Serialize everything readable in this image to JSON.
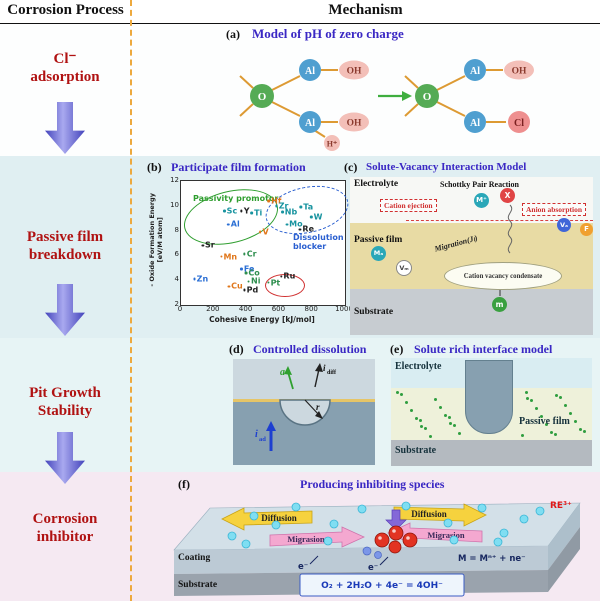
{
  "header": {
    "left": "Corrosion Process",
    "right": "Mechanism"
  },
  "stages": [
    {
      "line1": "Cl⁻",
      "line2": "adsorption"
    },
    {
      "line1": "Passive film",
      "line2": "breakdown"
    },
    {
      "line1": "Pit Growth",
      "line2": "Stability"
    },
    {
      "line1": "Corrosion",
      "line2": "inhibitor"
    }
  ],
  "panel_a": {
    "tag": "(a)",
    "title": "Model of pH of zero charge",
    "atoms": {
      "al": "Al",
      "o": "O",
      "oh": "OH",
      "h": "H⁺",
      "cl": "Cl"
    }
  },
  "panel_b": {
    "tag": "(b)",
    "title": "Participate film formation",
    "chart": {
      "type": "scatter",
      "xlabel": "Cohesive Energy [kJ/mol]",
      "ylabel_line1": "- Oxide Formation Energy",
      "ylabel_line2": "[eV/M atom]",
      "xlim": [
        0,
        1000
      ],
      "ylim": [
        2,
        12
      ],
      "xticks": [
        0,
        200,
        400,
        600,
        800,
        1000
      ],
      "yticks": [
        2,
        4,
        6,
        8,
        10,
        12
      ],
      "annotations": {
        "promotor": "Passivity promotor",
        "blocker_line1": "Dissolution",
        "blocker_line2": "blocker"
      },
      "points": [
        {
          "el": "Sc",
          "x": 300,
          "y": 9.6,
          "color": "#17939f"
        },
        {
          "el": "Y",
          "x": 390,
          "y": 9.6,
          "color": "#222222"
        },
        {
          "el": "Ti",
          "x": 460,
          "y": 9.4,
          "color": "#17939f"
        },
        {
          "el": "Hf",
          "x": 570,
          "y": 10.4,
          "color": "#e0761a"
        },
        {
          "el": "Zr",
          "x": 615,
          "y": 10.0,
          "color": "#17939f"
        },
        {
          "el": "Nb",
          "x": 660,
          "y": 9.5,
          "color": "#17939f"
        },
        {
          "el": "Ta",
          "x": 765,
          "y": 9.9,
          "color": "#17939f"
        },
        {
          "el": "W",
          "x": 825,
          "y": 9.1,
          "color": "#17939f"
        },
        {
          "el": "Mo",
          "x": 690,
          "y": 8.5,
          "color": "#17939f"
        },
        {
          "el": "Re",
          "x": 765,
          "y": 8.1,
          "color": "#222222"
        },
        {
          "el": "V",
          "x": 505,
          "y": 7.9,
          "color": "#e0761a"
        },
        {
          "el": "Al",
          "x": 320,
          "y": 8.5,
          "color": "#2b6fd4"
        },
        {
          "el": "Sr",
          "x": 165,
          "y": 6.8,
          "color": "#222222"
        },
        {
          "el": "Mn",
          "x": 290,
          "y": 5.9,
          "color": "#e0761a"
        },
        {
          "el": "Cr",
          "x": 420,
          "y": 6.1,
          "color": "#2f8f4f"
        },
        {
          "el": "Fe",
          "x": 405,
          "y": 4.9,
          "color": "#2b6fd4"
        },
        {
          "el": "Zn",
          "x": 120,
          "y": 4.1,
          "color": "#2b6fd4"
        },
        {
          "el": "Co",
          "x": 435,
          "y": 4.6,
          "color": "#2f8f4f"
        },
        {
          "el": "Ni",
          "x": 445,
          "y": 3.9,
          "color": "#2f8f4f"
        },
        {
          "el": "Cu",
          "x": 330,
          "y": 3.5,
          "color": "#e0761a"
        },
        {
          "el": "Pd",
          "x": 425,
          "y": 3.2,
          "color": "#222222"
        },
        {
          "el": "Pt",
          "x": 565,
          "y": 3.8,
          "color": "#2f8f4f"
        },
        {
          "el": "Ru",
          "x": 650,
          "y": 4.3,
          "color": "#222222"
        }
      ]
    }
  },
  "panel_c": {
    "tag": "(c)",
    "title": "Solute-Vacancy Interaction Model",
    "labels": {
      "electrolyte": "Electrolyte",
      "passive_film": "Passive film",
      "substrate": "Substrate",
      "schottky": "Schottky Pair Reaction",
      "cation_ejection": "Cation ejection",
      "anion_absorption": "Anion absorption",
      "migration": "Migration(Jₗ)",
      "condensate": "Cation vacancy condensate",
      "m_cation": "M⁺",
      "x_anion": "X",
      "v_a": "Vₐ",
      "m_a": "Mₐ",
      "v_m": "Vₘ",
      "m_small": "m",
      "f_ion": "F"
    }
  },
  "panel_d": {
    "tag": "(d)",
    "title": "Controlled dissolution",
    "labels": {
      "a": "a",
      "i": "i",
      "diff": "diff",
      "ad": "ad",
      "r": "r"
    }
  },
  "panel_e": {
    "tag": "(e)",
    "title": "Solute rich interface model",
    "labels": {
      "electrolyte": "Electrolyte",
      "passive_film": "Passive film",
      "substrate": "Substrate"
    }
  },
  "panel_f": {
    "tag": "(f)",
    "title": "Producing inhibiting species",
    "labels": {
      "diffusion": "Diffusion",
      "migration": "Migrasion",
      "coating": "Coating",
      "substrate": "Substrate",
      "re": "RE³⁺",
      "eq_anodic": "M = Mⁿ⁺ + ne⁻",
      "electron": "e⁻",
      "eq_cathodic": "O₂ + 2H₂O + 4e⁻ = 4OH⁻"
    }
  }
}
